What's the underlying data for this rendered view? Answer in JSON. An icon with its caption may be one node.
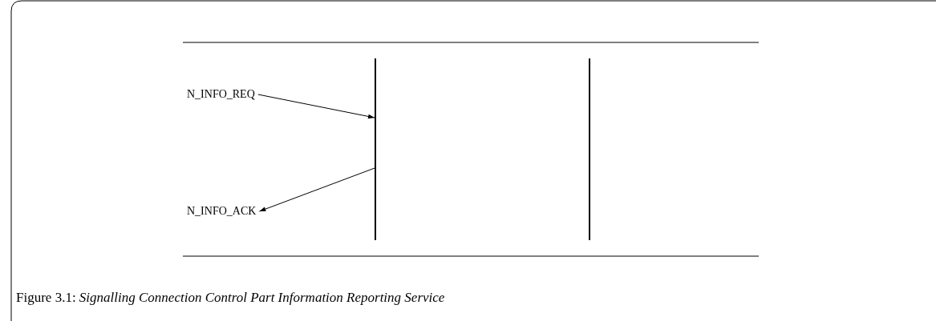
{
  "diagram": {
    "caption": "Figure 3.1: *Signalling Connection Control Part Information Reporting Service*",
    "nodes": [
      {
        "text": [
          "N_INFO_REQ"
        ]
      },
      {
        "text": [
          "N_INFO_ACK"
        ]
      },
      {
        "text": [],
        "shape": "bar"
      },
      {
        "text": [],
        "shape": "bar"
      }
    ],
    "edges": [
      {
        "from": 0,
        "to": 2,
        "arrow": "to"
      },
      {
        "from": 2,
        "to": 1,
        "arrow": "to"
      }
    ]
  }
}
